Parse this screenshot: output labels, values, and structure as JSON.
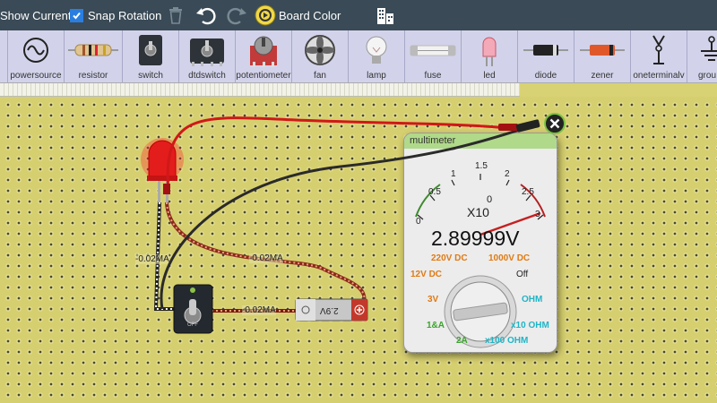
{
  "toolbar": {
    "show_current_label": "Show Current",
    "show_current_checked": true,
    "snap_rotation_label": "Snap Rotation",
    "snap_rotation_checked": true,
    "board_color_label": "Board Color"
  },
  "palette": [
    {
      "label": "powersource",
      "icon": "ac-source-icon"
    },
    {
      "label": "resistor",
      "icon": "resistor-icon"
    },
    {
      "label": "switch",
      "icon": "switch-icon"
    },
    {
      "label": "dtdswitch",
      "icon": "dtd-switch-icon"
    },
    {
      "label": "potentiometer",
      "icon": "potentiometer-icon"
    },
    {
      "label": "fan",
      "icon": "fan-icon"
    },
    {
      "label": "lamp",
      "icon": "lamp-icon"
    },
    {
      "label": "fuse",
      "icon": "fuse-icon"
    },
    {
      "label": "led",
      "icon": "led-icon"
    },
    {
      "label": "diode",
      "icon": "diode-icon"
    },
    {
      "label": "zener",
      "icon": "zener-icon"
    },
    {
      "label": "oneterminalv",
      "icon": "one-terminal-icon"
    },
    {
      "label": "grou",
      "icon": "ground-icon"
    }
  ],
  "circuit": {
    "current_labels": [
      "-0.02MA",
      "-0.02MA",
      "-0.02MA"
    ],
    "battery_label": "2.9V",
    "switch_label": "OFF"
  },
  "multimeter": {
    "title": "multimeter",
    "scale_labels": [
      "0",
      "0.5",
      "1",
      "1.5",
      "2",
      "2.5",
      "3"
    ],
    "multiplier_label": "X10",
    "zero_label": "0",
    "reading": "2.89999V",
    "range_labels": {
      "v220": "220V DC",
      "v1000": "1000V DC",
      "v12": "12V DC",
      "off": "Off",
      "v3": "3V",
      "ohm": "OHM",
      "a1": "1&A",
      "ohm10": "x10 OHM",
      "a2": "2A",
      "ohm100": "x100 OHM"
    }
  },
  "colors": {
    "toolbar_bg": "#3a4a56",
    "palette_bg": "#d2d3ea",
    "board_bg": "#d6cf6f",
    "red_lead": "#d01818",
    "black_lead": "#2a2a2a",
    "multimeter_header": "#b0d98a"
  }
}
